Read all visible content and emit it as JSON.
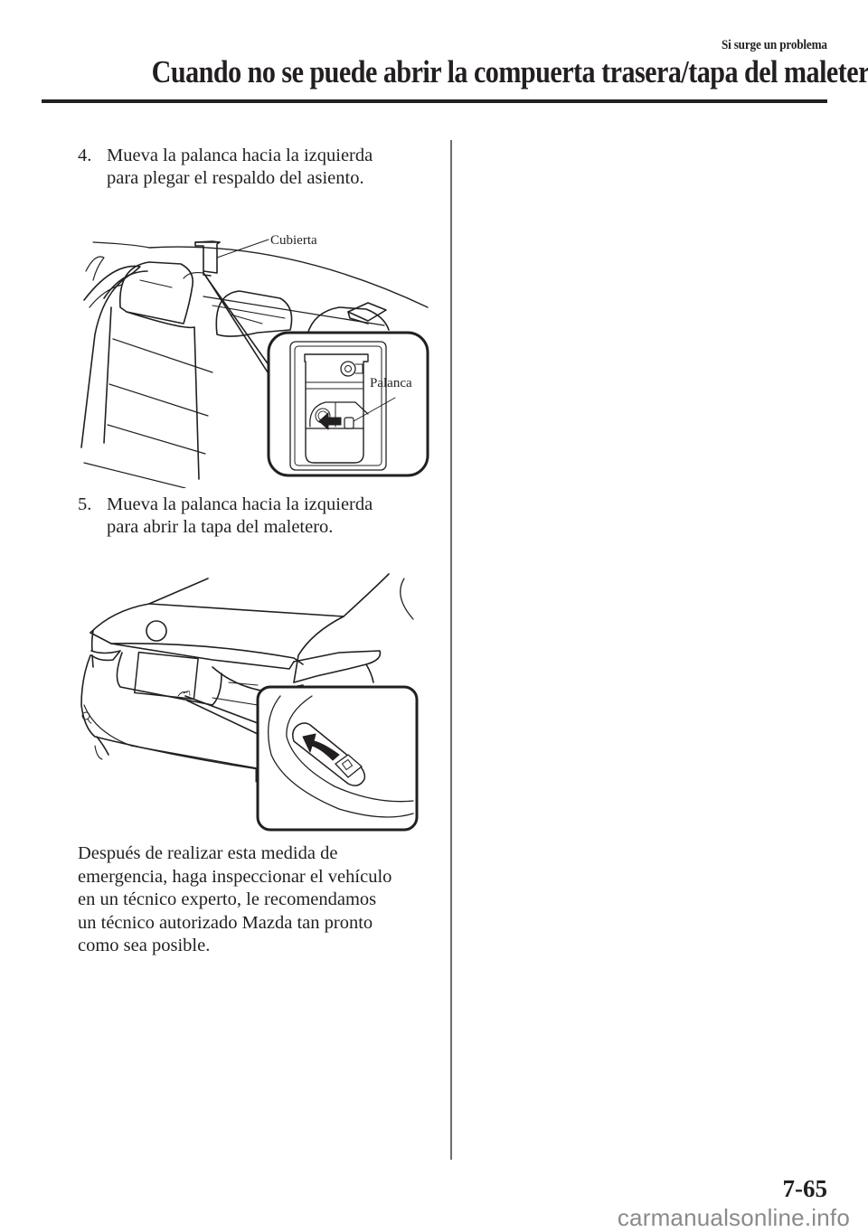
{
  "header": {
    "section": "Si surge un problema",
    "title": "Cuando no se puede abrir la compuerta trasera/tapa del maletero"
  },
  "steps": [
    {
      "number": "4.",
      "line1": "Mueva la palanca hacia la izquierda",
      "line2": "para plegar el respaldo del asiento.",
      "figure": {
        "description": "Rear seat back with cover and lever detail inset",
        "labels": {
          "cover": "Cubierta",
          "lever": "Palanca"
        },
        "icons": [
          "arrow-left-icon"
        ]
      }
    },
    {
      "number": "5.",
      "line1": "Mueva la palanca hacia la izquierda",
      "line2": "para abrir la tapa del maletero.",
      "figure": {
        "description": "Rear of car with trunk lid lever detail inset",
        "icons": [
          "curved-arrow-icon"
        ]
      }
    }
  ],
  "closing_paragraph": {
    "lines": [
      "Después de realizar esta medida de",
      "emergencia, haga inspeccionar el vehículo",
      "en un técnico experto, le recomendamos",
      "un técnico autorizado Mazda tan pronto",
      "como sea posible."
    ]
  },
  "footer": {
    "page_number": "7-65",
    "watermark": "carmanualsonline.info"
  }
}
